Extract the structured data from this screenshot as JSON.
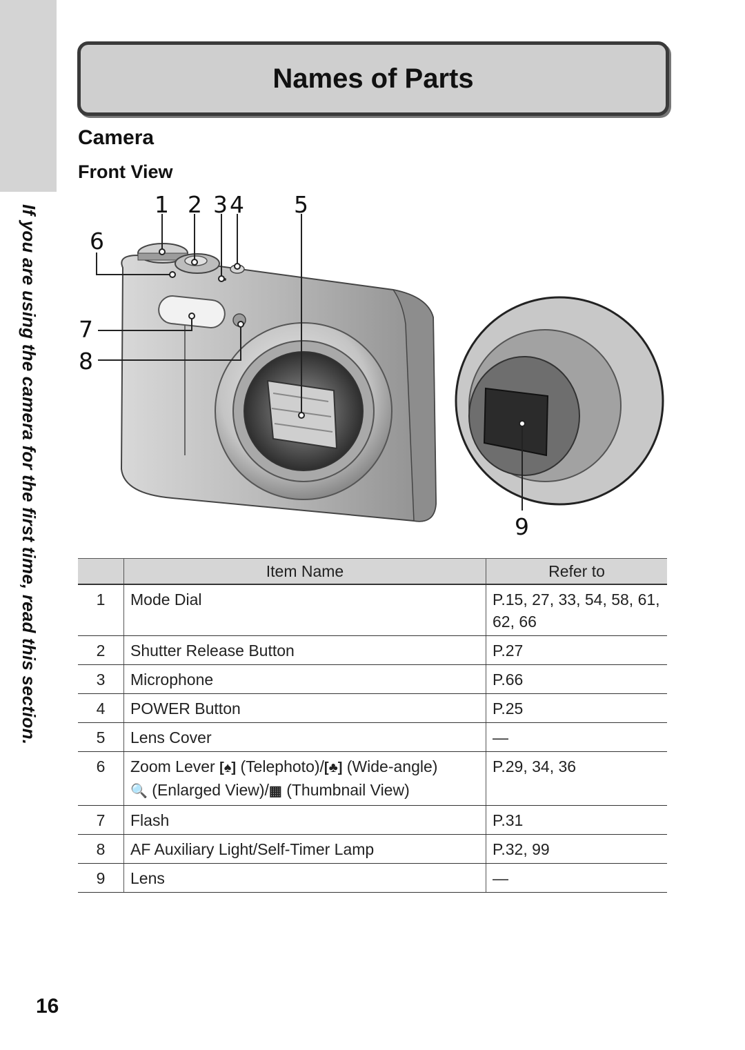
{
  "side_tab": {
    "text": "If you are using the camera for the first time, read this section."
  },
  "header": {
    "title": "Names of Parts"
  },
  "section": {
    "title": "Camera",
    "subtitle": "Front View"
  },
  "figure": {
    "callouts": {
      "c1": "1",
      "c2": "2",
      "c3": "3",
      "c4": "4",
      "c5": "5",
      "c6": "6",
      "c7": "7",
      "c8": "8",
      "c9": "9"
    }
  },
  "table": {
    "headers": {
      "num": "",
      "item": "Item Name",
      "ref": "Refer to"
    },
    "rows": [
      {
        "num": "1",
        "name": "Mode Dial",
        "ref": "P.15, 27, 33, 54, 58, 61, 62, 66"
      },
      {
        "num": "2",
        "name": "Shutter Release Button",
        "ref": "P.27"
      },
      {
        "num": "3",
        "name": "Microphone",
        "ref": "P.66"
      },
      {
        "num": "4",
        "name": "POWER Button",
        "ref": "P.25"
      },
      {
        "num": "5",
        "name": "Lens Cover",
        "ref": "—"
      },
      {
        "num": "6",
        "name_a": "Zoom Lever",
        "tele_icon": "[♠]",
        "name_b": "(Telephoto)/",
        "wide_icon": "[♣]",
        "name_c": "(Wide-angle)",
        "mag_icon": "🔍",
        "name_d": "(Enlarged View)/",
        "thumb_icon": "▦",
        "name_e": "(Thumbnail View)",
        "ref": "P.29, 34, 36"
      },
      {
        "num": "7",
        "name": "Flash",
        "ref": "P.31"
      },
      {
        "num": "8",
        "name": "AF Auxiliary Light/Self-Timer Lamp",
        "ref": "P.32, 99"
      },
      {
        "num": "9",
        "name": "Lens",
        "ref": "—"
      }
    ]
  },
  "page_number": "16"
}
